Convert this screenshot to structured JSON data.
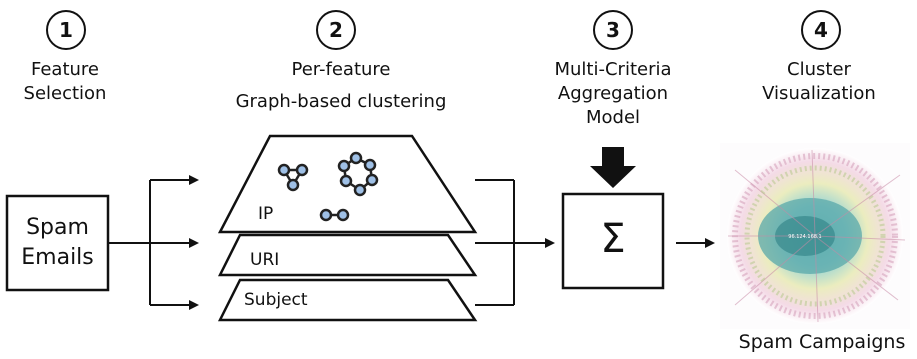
{
  "steps": [
    {
      "number": "1",
      "label_lines": [
        "Feature",
        "Selection"
      ]
    },
    {
      "number": "2",
      "label_lines": [
        "Per-feature",
        "Graph-based clustering"
      ]
    },
    {
      "number": "3",
      "label_lines": [
        "Multi-Criteria",
        "Aggregation",
        "Model"
      ]
    },
    {
      "number": "4",
      "label_lines": [
        "Cluster",
        "Visualization"
      ]
    }
  ],
  "input_box": {
    "lines": [
      "Spam",
      "Emails"
    ]
  },
  "layers": [
    "IP",
    "URI",
    "Subject"
  ],
  "aggregation_symbol": "Σ",
  "output_label": "Spam Campaigns",
  "viz_center_label": "96.124.168.1"
}
